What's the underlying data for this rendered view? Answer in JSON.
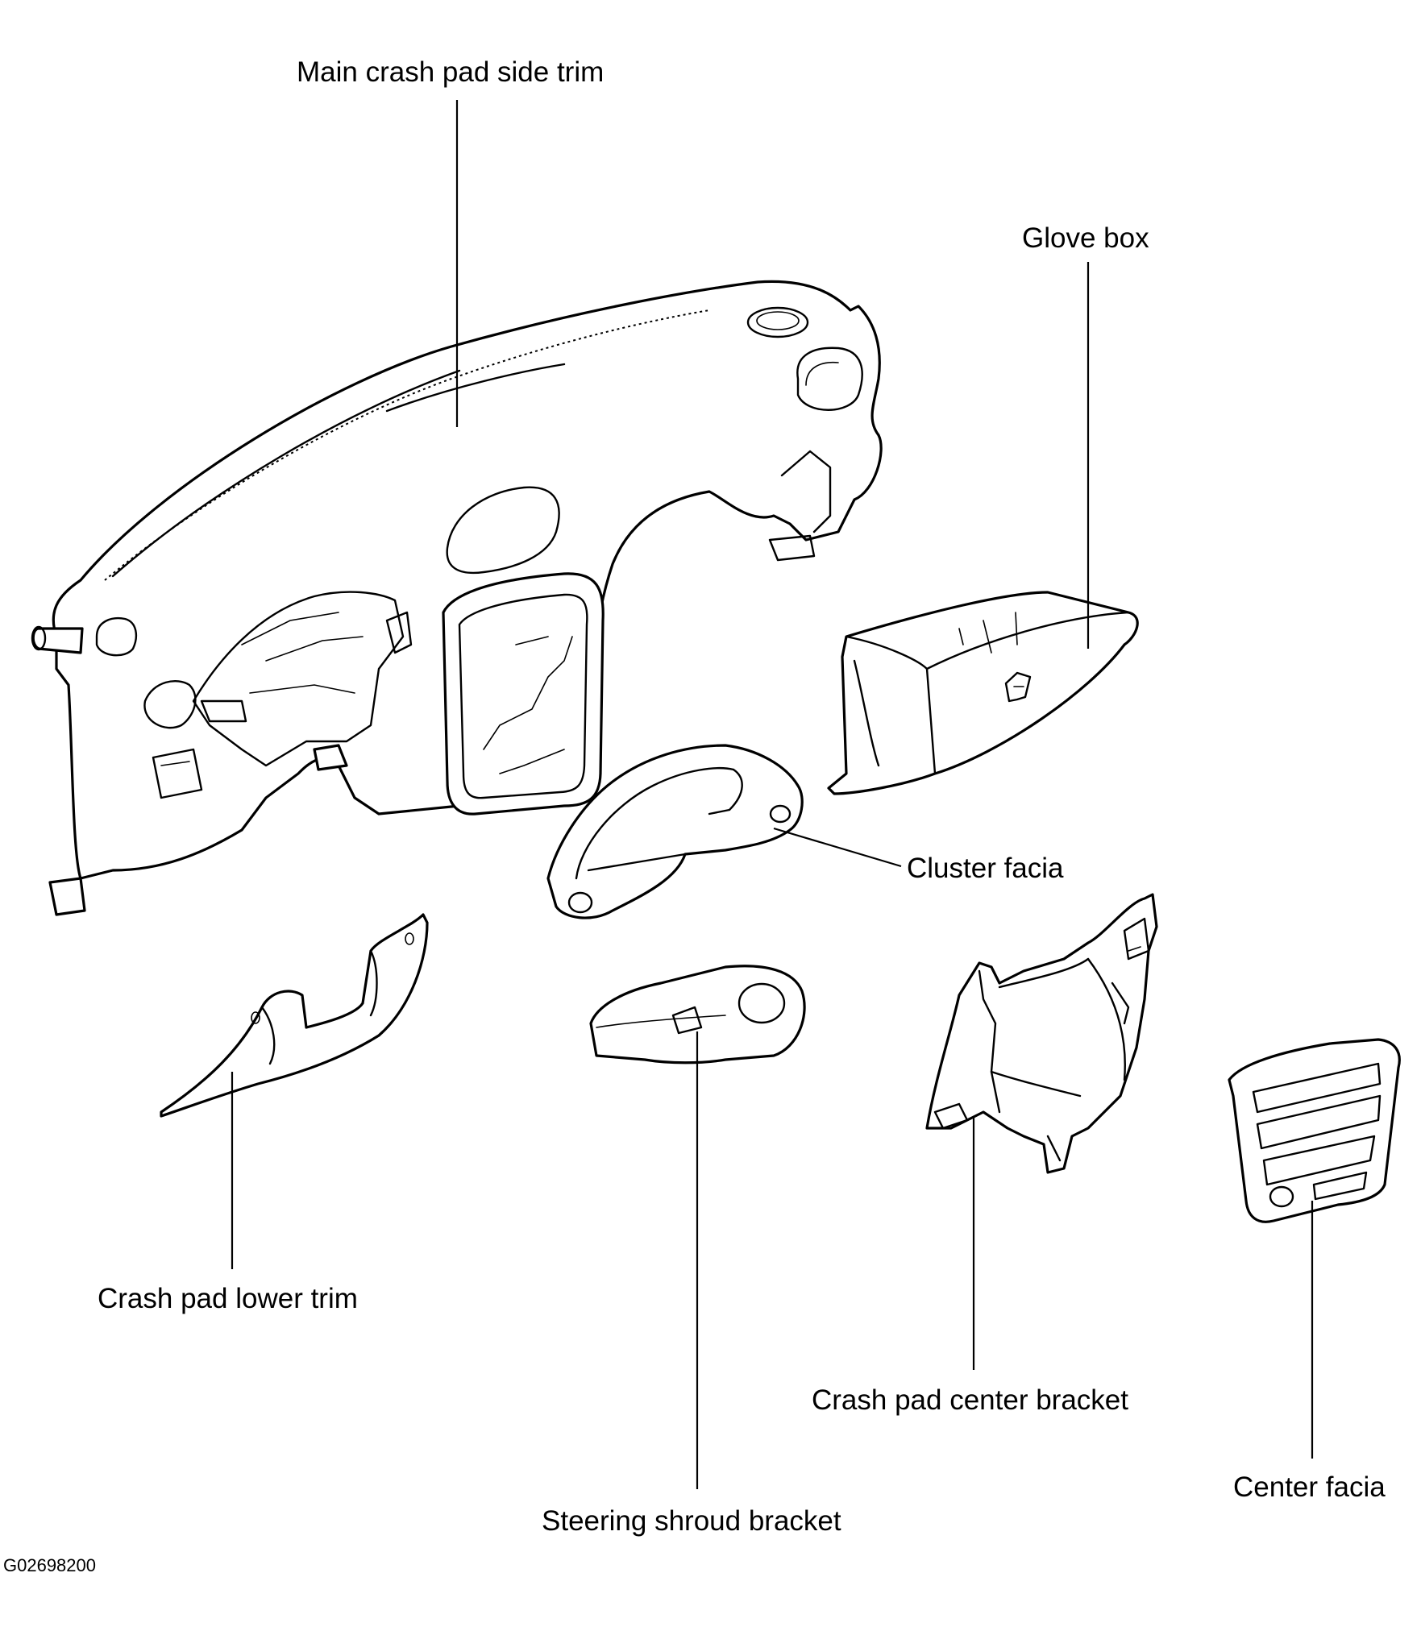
{
  "labels": {
    "main_crash_pad_side_trim": "Main crash pad side trim",
    "glove_box": "Glove box",
    "cluster_facia": "Cluster facia",
    "crash_pad_lower_trim": "Crash pad lower trim",
    "steering_shroud_bracket": "Steering shroud bracket",
    "crash_pad_center_bracket": "Crash pad center bracket",
    "center_facia": "Center facia"
  },
  "figure_code": "G02698200"
}
